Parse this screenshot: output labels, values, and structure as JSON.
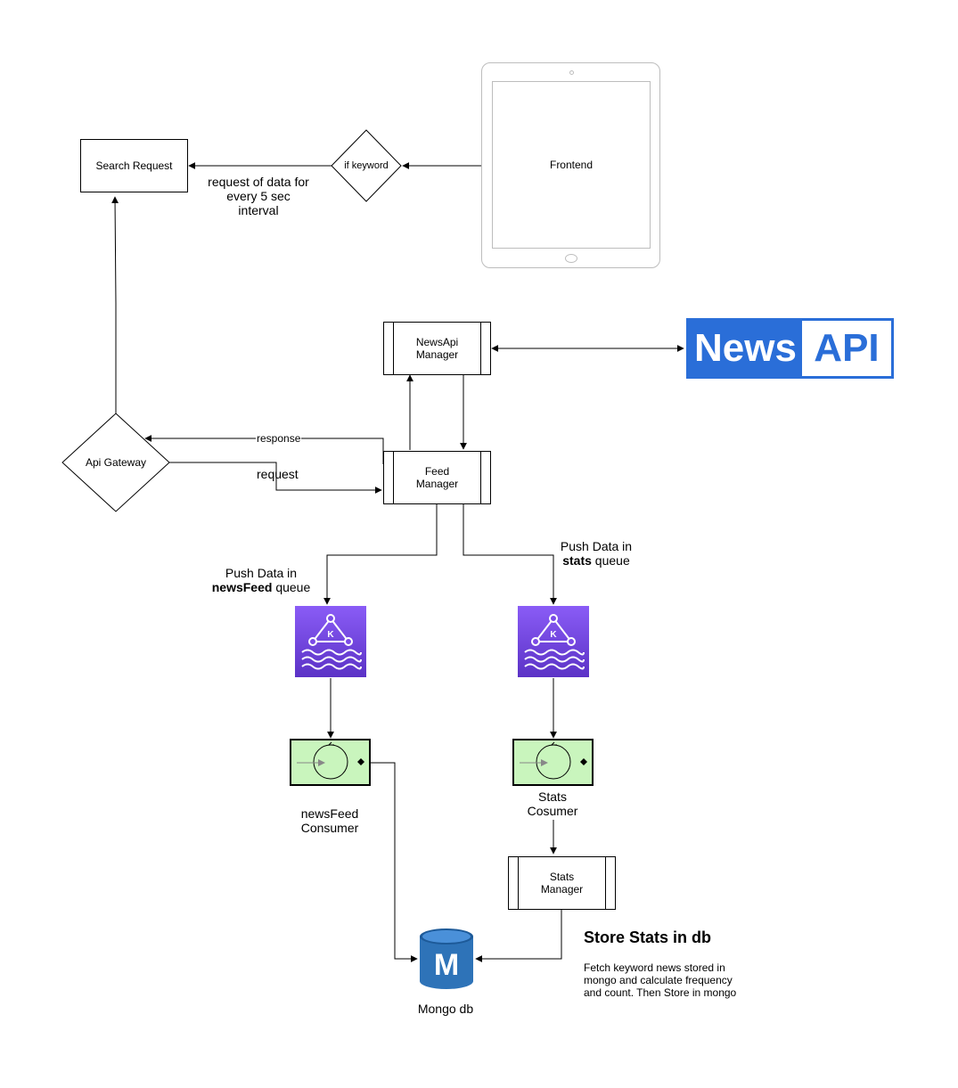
{
  "nodes": {
    "search_request": "Search Request",
    "if_keyword": "if keyword",
    "frontend": "Frontend",
    "newsapi_manager": [
      "NewsApi",
      "Manager"
    ],
    "news_api_logo": {
      "left": "News",
      "right": "API"
    },
    "api_gateway": "Api Gateway",
    "feed_manager": [
      "Feed",
      "Manager"
    ],
    "stats_manager": [
      "Stats",
      "Manager"
    ],
    "newsfeed_consumer": [
      "newsFeed",
      "Consumer"
    ],
    "stats_consumer": [
      "Stats",
      "Cosumer"
    ],
    "mongo_db": "Mongo db"
  },
  "edge_labels": {
    "request_of_data": [
      "request of data for",
      "every 5 sec interval"
    ],
    "response": "response",
    "request": "request",
    "push_newsfeed": {
      "line1": "Push Data in",
      "bold": "newsFeed",
      "rest": " queue"
    },
    "push_stats": {
      "line1": "Push Data in",
      "bold": "stats",
      "rest": " queue"
    }
  },
  "notes": {
    "store_title": "Store Stats in db",
    "store_desc": [
      "Fetch keyword news stored in",
      "mongo and calculate frequency",
      "and count. Then Store in mongo"
    ]
  },
  "icons": {
    "kafka": "kafka-queue-icon",
    "consumer": "consumer-loop-icon",
    "mongo": "mongodb-icon",
    "tablet": "tablet-device-icon"
  },
  "colors": {
    "news_api_blue": "#2a6ed8",
    "kafka_purple": "#6c3fd8",
    "consumer_green": "#c9f5bd",
    "mongo_blue": "#2e73b8"
  }
}
